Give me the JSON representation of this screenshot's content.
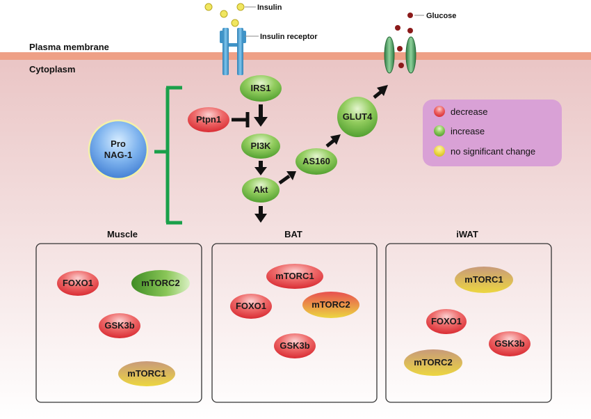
{
  "labels": {
    "insulin": "Insulin",
    "insulin_receptor": "Insulin receptor",
    "glucose": "Glucose",
    "plasma_membrane": "Plasma membrane",
    "cytoplasm": "Cytoplasm"
  },
  "pathway": {
    "pro_nag1_line1": "Pro",
    "pro_nag1_line2": "NAG-1",
    "ptpn1": "Ptpn1",
    "irs1": "IRS1",
    "pi3k": "PI3K",
    "akt": "Akt",
    "as160": "AS160",
    "glut4": "GLUT4"
  },
  "legend": {
    "items": [
      {
        "label": "decrease",
        "color": "#e8333a"
      },
      {
        "label": "increase",
        "color": "#5aa832"
      },
      {
        "label": "no significant change",
        "color": "#e6d43a"
      }
    ]
  },
  "panels": {
    "muscle": {
      "title": "Muscle",
      "nodes": [
        "FOXO1",
        "mTORC2",
        "GSK3b",
        "mTORC1"
      ]
    },
    "bat": {
      "title": "BAT",
      "nodes": [
        "mTORC1",
        "FOXO1",
        "mTORC2",
        "GSK3b"
      ]
    },
    "iwat": {
      "title": "iWAT",
      "nodes": [
        "mTORC1",
        "FOXO1",
        "GSK3b",
        "mTORC2"
      ]
    }
  },
  "colors": {
    "membrane": "#eea086",
    "cytoplasm_top": "#e9c3c3",
    "legend_bg": "#d9a1d6",
    "bracket": "#1aa04a"
  }
}
